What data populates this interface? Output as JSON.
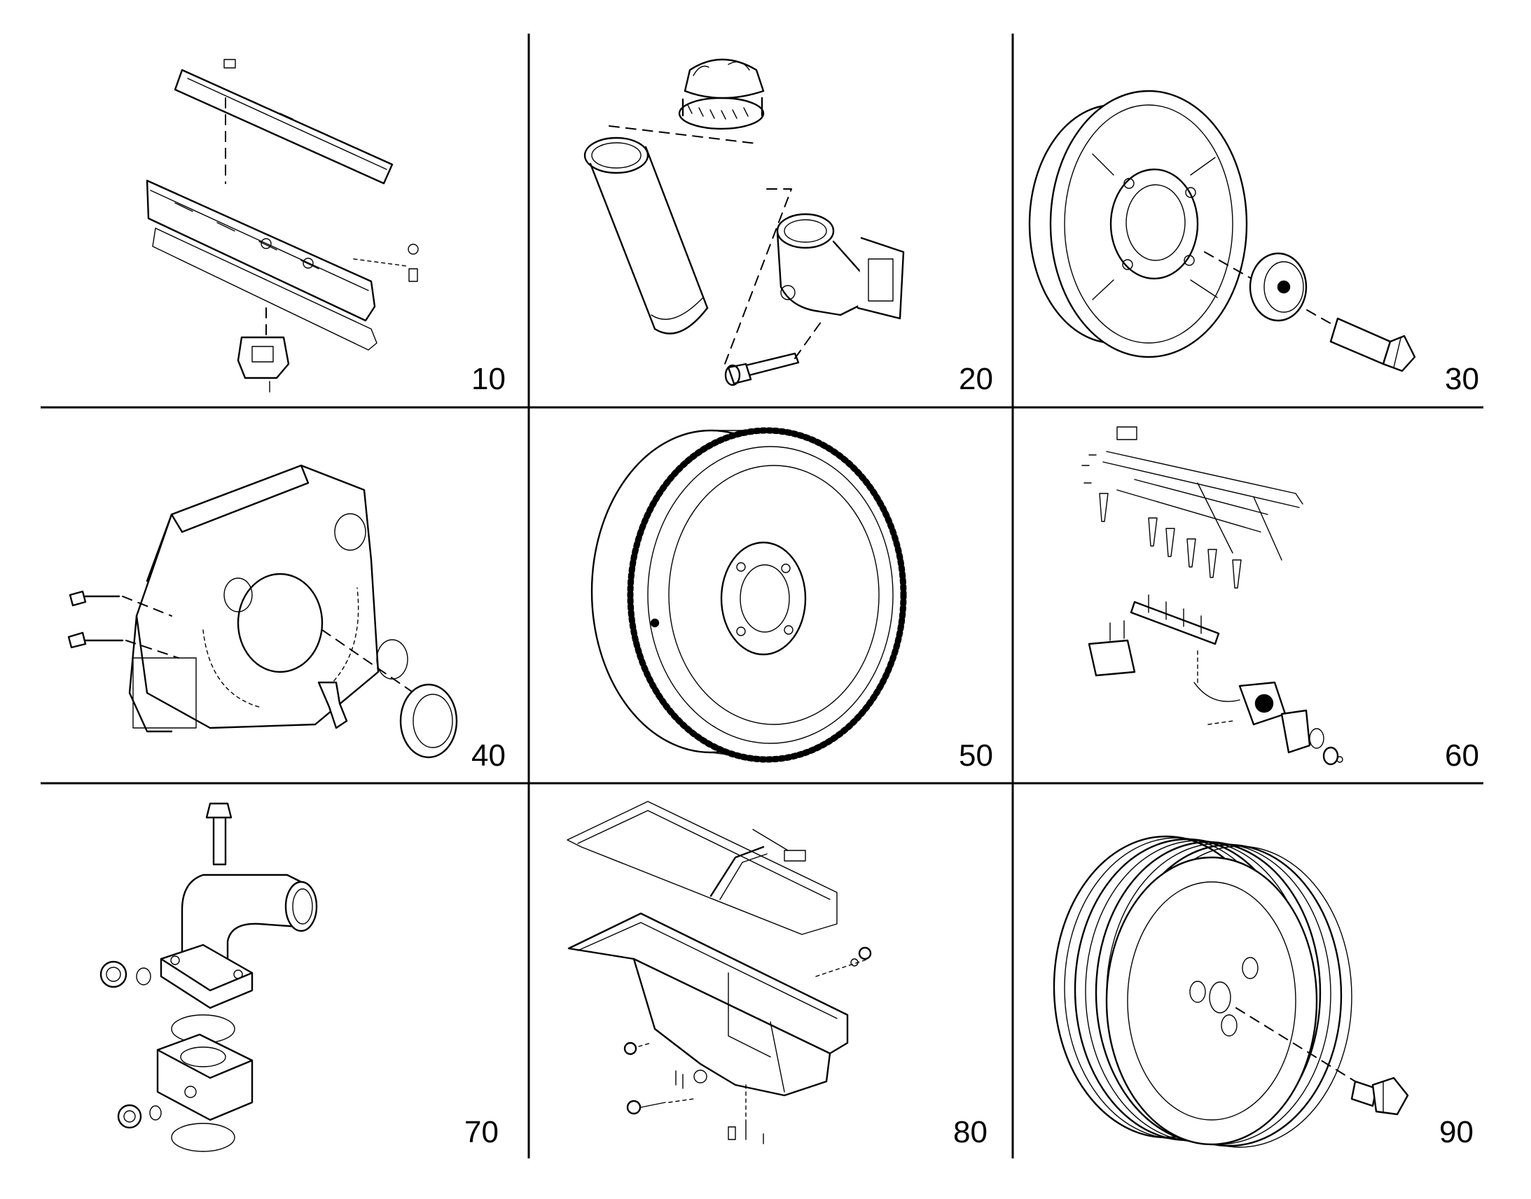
{
  "colors": {
    "line": "#000000",
    "background": "#ffffff"
  },
  "cells": [
    {
      "label": "10",
      "icon": "valve-cover-assembly-icon"
    },
    {
      "label": "20",
      "icon": "oil-filler-tube-cap-icon"
    },
    {
      "label": "30",
      "icon": "crankshaft-damper-icon"
    },
    {
      "label": "40",
      "icon": "flywheel-housing-icon"
    },
    {
      "label": "50",
      "icon": "flywheel-ring-gear-icon"
    },
    {
      "label": "60",
      "icon": "fuel-injection-system-icon"
    },
    {
      "label": "70",
      "icon": "water-outlet-elbow-icon"
    },
    {
      "label": "80",
      "icon": "oil-pan-assembly-icon"
    },
    {
      "label": "90",
      "icon": "belt-pulley-icon"
    }
  ]
}
